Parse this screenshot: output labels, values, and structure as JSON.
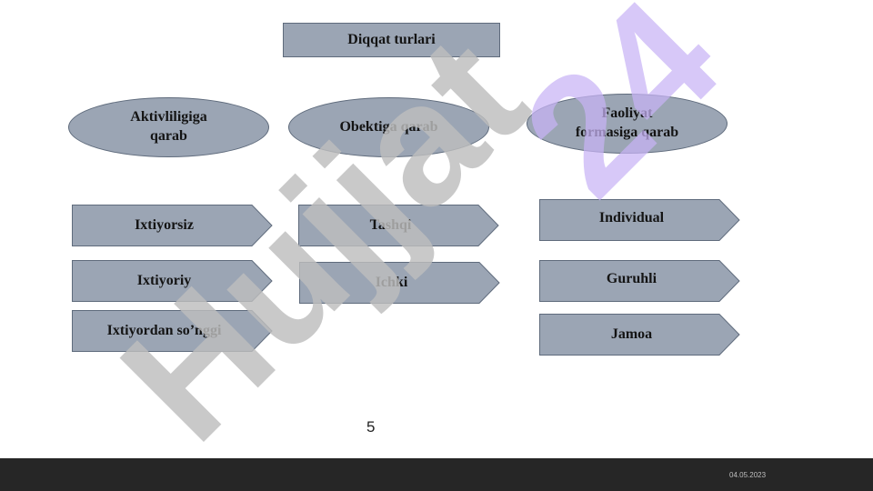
{
  "title": "Diqqat turlari",
  "categories": [
    {
      "label": "Aktivliligiga\nqarab",
      "items": [
        "Ixtiyorsiz",
        "Ixtiyoriy",
        "Ixtiyordan so’nggi"
      ]
    },
    {
      "label": "Obektiga qarab",
      "items": [
        "Tashqi",
        "Ichki"
      ]
    },
    {
      "label": "Faoliyat\nformasiga qarab",
      "items": [
        "Individual",
        "Guruhli",
        "Jamoa"
      ]
    }
  ],
  "watermark": {
    "text": "Hujjat",
    "number": "24",
    "colors": {
      "text": "#bdbdbd",
      "number": "#c7b3f5"
    }
  },
  "page_number": "5",
  "footer": {
    "date": "04.05.2023"
  },
  "colors": {
    "shape_fill": "#9ba5b4",
    "shape_border": "#5f6b7c",
    "footer_bg": "#262626"
  }
}
